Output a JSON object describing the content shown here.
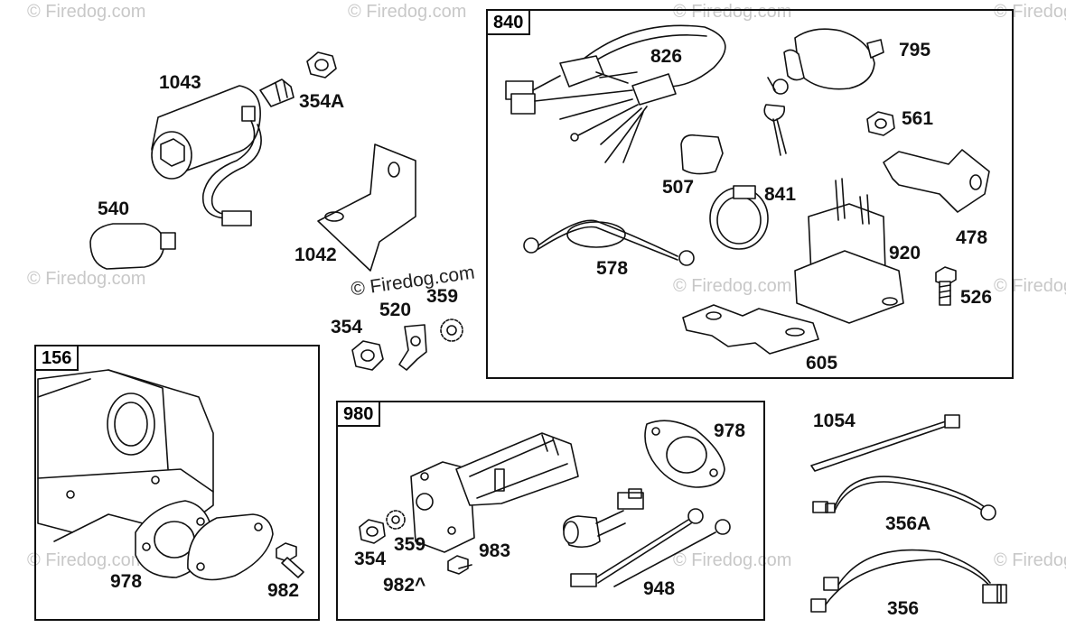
{
  "watermark": "© Firedog.com",
  "groups": [
    {
      "id": "840"
    },
    {
      "id": "156"
    },
    {
      "id": "980"
    }
  ],
  "parts": {
    "p1043": "1043",
    "p354A": "354A",
    "p540": "540",
    "p1042": "1042",
    "p354_top": "354",
    "p520": "520",
    "p359_top": "359",
    "p826": "826",
    "p795": "795",
    "p561": "561",
    "p507": "507",
    "p841": "841",
    "p578": "578",
    "p920": "920",
    "p478": "478",
    "p526": "526",
    "p605": "605",
    "p978_left": "978",
    "p982_left": "982",
    "p978_mid": "978",
    "p354_mid": "354",
    "p359_mid": "359",
    "p983": "983",
    "p982A": "982^",
    "p948": "948",
    "p1054": "1054",
    "p356A": "356A",
    "p356": "356"
  }
}
